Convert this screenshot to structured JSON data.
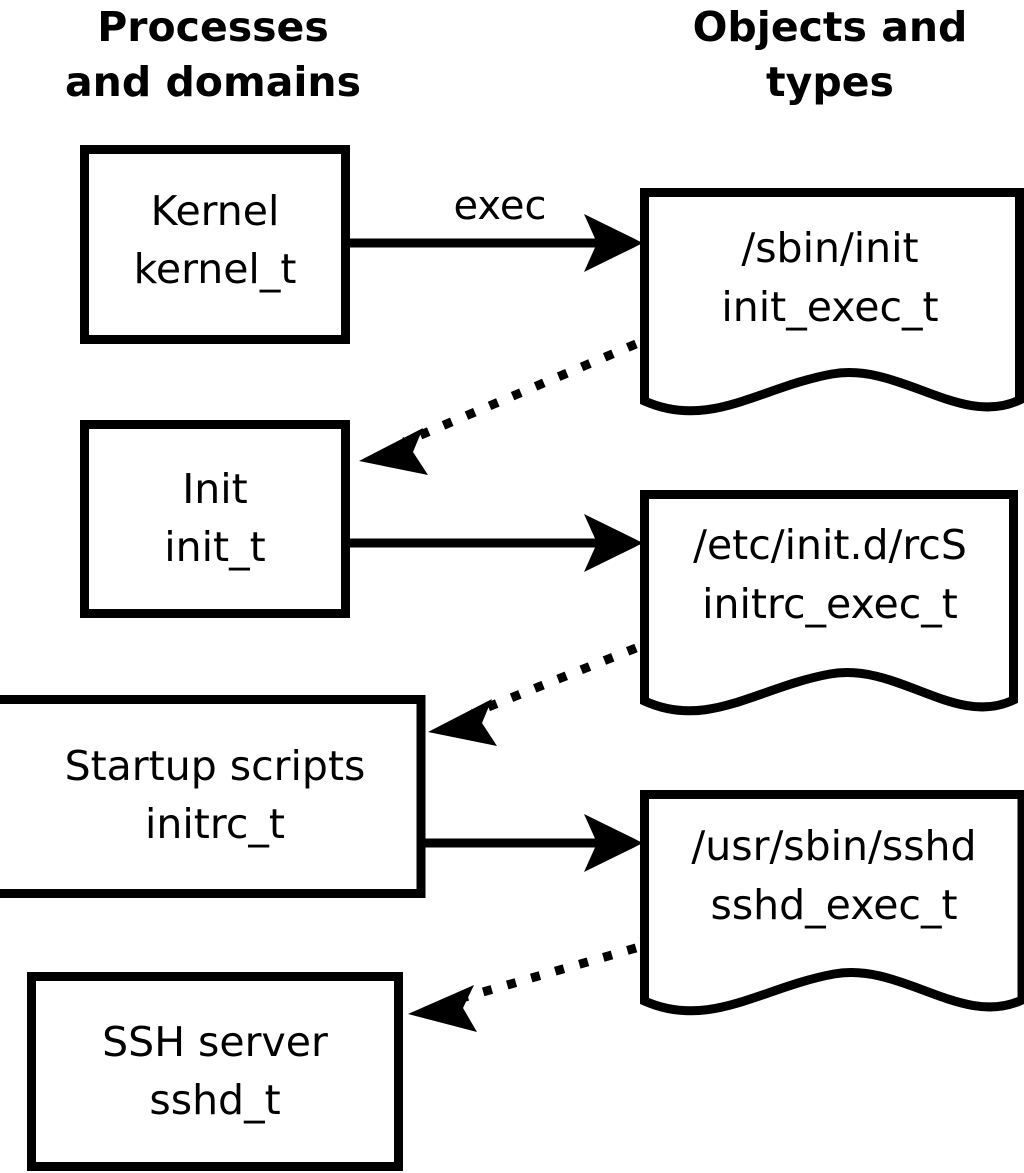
{
  "diagram": {
    "title": "SELinux process domains and object types transition diagram",
    "background_color": "#ffffff",
    "stroke_color": "#000000",
    "columns": [
      {
        "id": "left",
        "header_line1": "Processes",
        "header_line2": "and domains"
      },
      {
        "id": "right",
        "header_line1": "Objects and",
        "header_line2": "types"
      }
    ],
    "process_nodes": [
      {
        "id": "kernel",
        "shape": "rectangle",
        "line1": "Kernel",
        "line2": "kernel_t"
      },
      {
        "id": "init",
        "shape": "rectangle",
        "line1": "Init",
        "line2": "init_t"
      },
      {
        "id": "initrc",
        "shape": "rectangle",
        "line1": "Startup scripts",
        "line2": "initrc_t"
      },
      {
        "id": "sshd",
        "shape": "rectangle",
        "line1": "SSH server",
        "line2": "sshd_t"
      }
    ],
    "object_nodes": [
      {
        "id": "init_exec",
        "shape": "document",
        "line1": "/sbin/init",
        "line2": "init_exec_t"
      },
      {
        "id": "initrc_exec",
        "shape": "document",
        "line1": "/etc/init.d/rcS",
        "line2": "initrc_exec_t"
      },
      {
        "id": "sshd_exec",
        "shape": "document",
        "line1": "/usr/sbin/sshd",
        "line2": "sshd_exec_t"
      }
    ],
    "edges": [
      {
        "id": "kernel-exec-init_exec",
        "from": "kernel",
        "to": "init_exec",
        "style": "solid",
        "label": "exec"
      },
      {
        "id": "init_exec-transition-init",
        "from": "init_exec",
        "to": "init",
        "style": "dotted",
        "label": ""
      },
      {
        "id": "init-exec-initrc_exec",
        "from": "init",
        "to": "initrc_exec",
        "style": "solid",
        "label": ""
      },
      {
        "id": "initrc_exec-transition-initrc",
        "from": "initrc_exec",
        "to": "initrc",
        "style": "dotted",
        "label": ""
      },
      {
        "id": "initrc-exec-sshd_exec",
        "from": "initrc",
        "to": "sshd_exec",
        "style": "solid",
        "label": ""
      },
      {
        "id": "sshd_exec-transition-sshd",
        "from": "sshd_exec",
        "to": "sshd",
        "style": "dotted",
        "label": ""
      }
    ]
  }
}
